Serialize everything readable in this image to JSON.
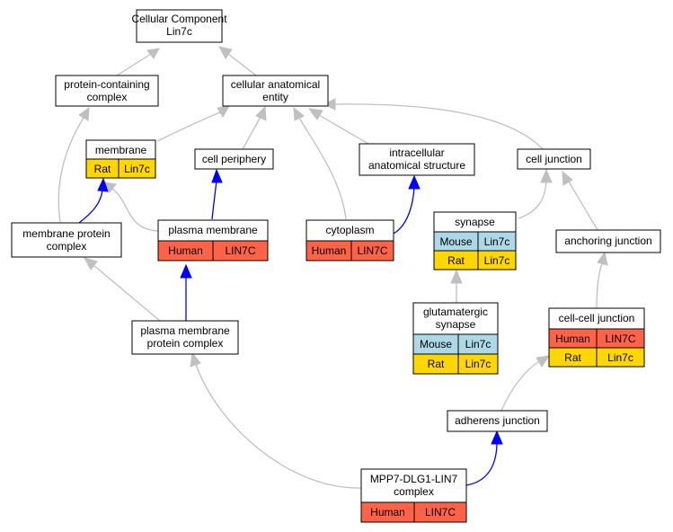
{
  "colors": {
    "human": "#ff6347",
    "mouse": "#add8e6",
    "rat": "#ffd700",
    "edge_is_a": "#c0c0c0",
    "edge_part_of": "#0000ff"
  },
  "nodes": {
    "cellular_component": {
      "line1": "Cellular Component",
      "line2": "Lin7c"
    },
    "protein_containing_complex": {
      "line1": "protein-containing",
      "line2": "complex"
    },
    "cellular_anatomical_entity": {
      "line1": "cellular anatomical",
      "line2": "entity"
    },
    "membrane": {
      "label": "membrane",
      "rat_species": "Rat",
      "rat_gene": "Lin7c"
    },
    "cell_periphery": {
      "label": "cell periphery"
    },
    "intracellular_anatomical_structure": {
      "line1": "intracellular",
      "line2": "anatomical structure"
    },
    "cell_junction": {
      "label": "cell junction"
    },
    "membrane_protein_complex": {
      "line1": "membrane protein",
      "line2": "complex"
    },
    "plasma_membrane": {
      "label": "plasma membrane",
      "human_species": "Human",
      "human_gene": "LIN7C"
    },
    "cytoplasm": {
      "label": "cytoplasm",
      "human_species": "Human",
      "human_gene": "LIN7C"
    },
    "synapse": {
      "label": "synapse",
      "mouse_species": "Mouse",
      "mouse_gene": "Lin7c",
      "rat_species": "Rat",
      "rat_gene": "Lin7c"
    },
    "anchoring_junction": {
      "label": "anchoring junction"
    },
    "plasma_membrane_protein_complex": {
      "line1": "plasma membrane",
      "line2": "protein complex"
    },
    "glutamatergic_synapse": {
      "line1": "glutamatergic",
      "line2": "synapse",
      "mouse_species": "Mouse",
      "mouse_gene": "Lin7c",
      "rat_species": "Rat",
      "rat_gene": "Lin7c"
    },
    "cell_cell_junction": {
      "label": "cell-cell junction",
      "human_species": "Human",
      "human_gene": "LIN7C",
      "rat_species": "Rat",
      "rat_gene": "Lin7c"
    },
    "adherens_junction": {
      "label": "adherens junction"
    },
    "mpp7_complex": {
      "line1": "MPP7-DLG1-LIN7",
      "line2": "complex",
      "human_species": "Human",
      "human_gene": "LIN7C"
    }
  }
}
